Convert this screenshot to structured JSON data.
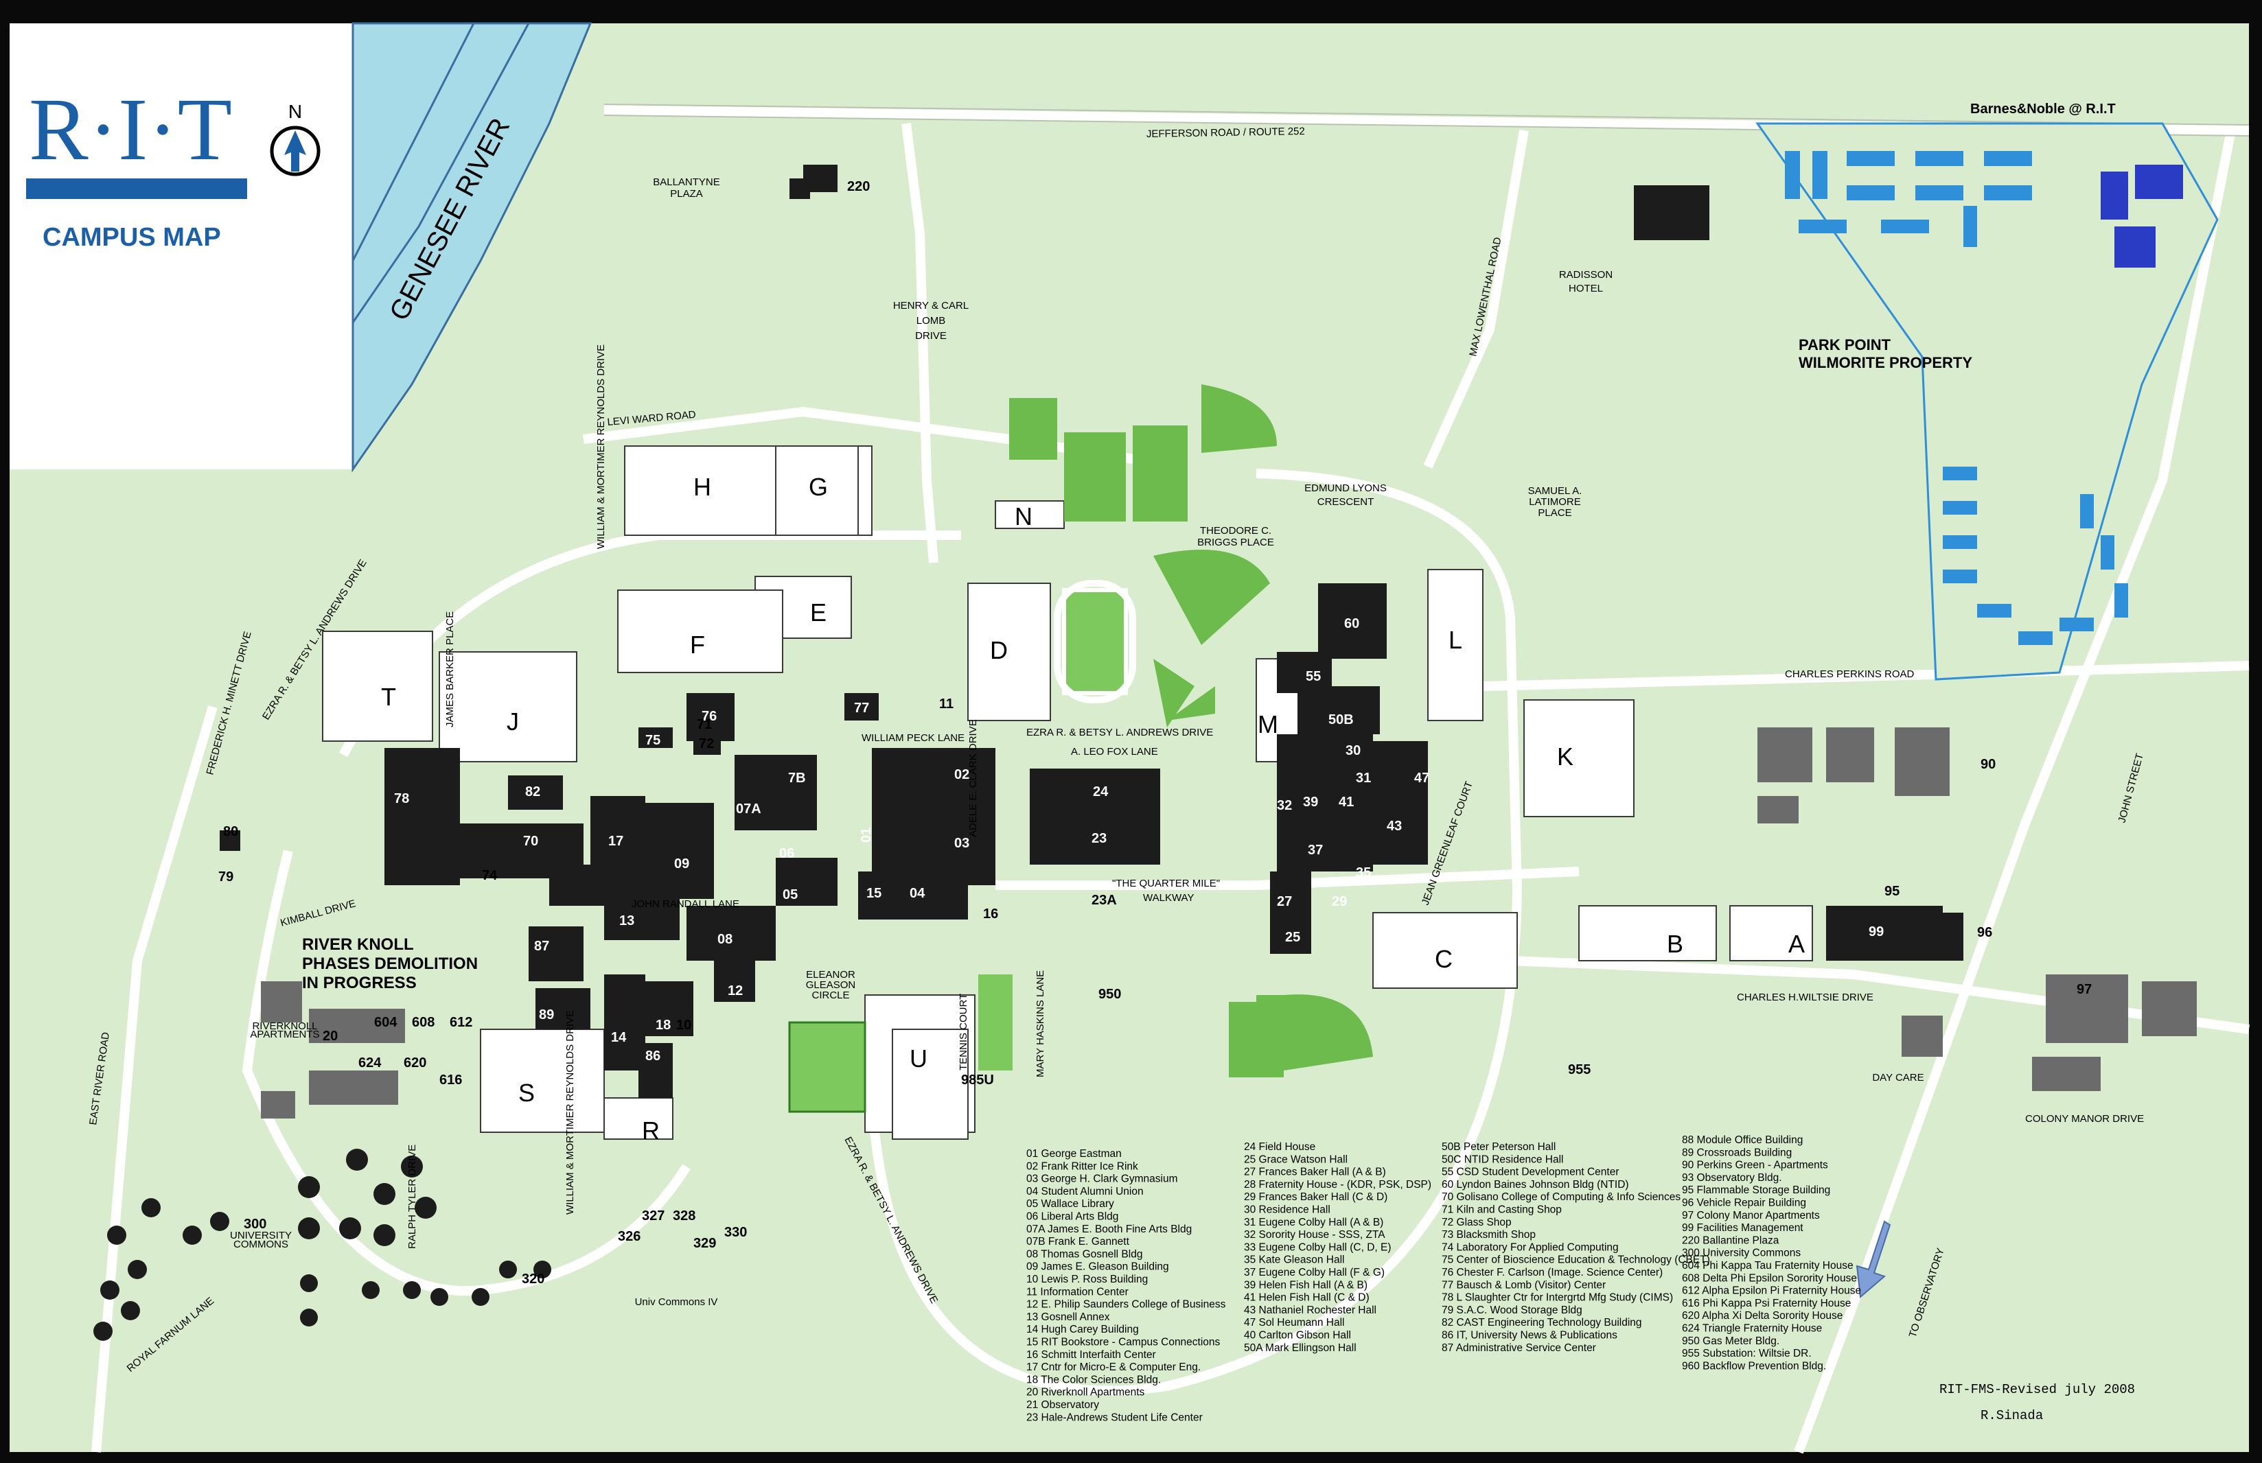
{
  "header": {
    "logo_text": "R·I·T",
    "title": "CAMPUS MAP",
    "north": "N"
  },
  "water": {
    "river": "GENESEE RIVER"
  },
  "roads": [
    {
      "id": "jefferson",
      "text": "JEFFERSON ROAD / ROUTE 252"
    },
    {
      "id": "levi",
      "text": "LEVI WARD ROAD"
    },
    {
      "id": "charles-perkins",
      "text": "CHARLES PERKINS ROAD"
    },
    {
      "id": "charles-wiltsie",
      "text": "CHARLES H.WILTSIE DRIVE"
    },
    {
      "id": "colony-manor",
      "text": "COLONY MANOR DRIVE"
    },
    {
      "id": "john-street",
      "text": "JOHN STREET"
    },
    {
      "id": "east-river",
      "text": "EAST RIVER ROAD"
    },
    {
      "id": "kimball",
      "text": "KIMBALL DRIVE"
    },
    {
      "id": "royal-farnum",
      "text": "ROYAL FARNUM LANE"
    },
    {
      "id": "to-observatory",
      "text": "TO OBSERVATORY"
    },
    {
      "id": "max-lowenthal",
      "text": "MAX LOWENTHAL ROAD"
    },
    {
      "id": "andrews-nw",
      "text": "EZRA R. & BETSY L. ANDREWS DRIVE"
    },
    {
      "id": "andrews-s",
      "text": "EZRA R. & BETSY L. ANDREWS DRIVE"
    },
    {
      "id": "andrews-c",
      "text": "EZRA R. & BETSY L. ANDREWS DRIVE"
    },
    {
      "id": "reynolds1",
      "text": "WILLIAM & MORTIMER REYNOLDS DRIVE"
    },
    {
      "id": "reynolds2",
      "text": "WILLIAM & MORTIMER REYNOLDS DRIVE"
    },
    {
      "id": "frederick",
      "text": "FREDERICK H. MINETT DRIVE"
    },
    {
      "id": "james-barker",
      "text": "JAMES BARKER PLACE"
    },
    {
      "id": "leo-fox",
      "text": "A. LEO FOX LANE"
    },
    {
      "id": "william-peck",
      "text": "WILLIAM PECK LANE"
    },
    {
      "id": "john-randall",
      "text": "JOHN RANDALL LANE"
    },
    {
      "id": "adele-clark",
      "text": "ADELE E. CLARK DRIVE"
    },
    {
      "id": "mary-haskins",
      "text": "MARY HASKINS LANE"
    },
    {
      "id": "jean-greenleaf",
      "text": "JEAN GREENLEAF COURT"
    },
    {
      "id": "ralph-tyler",
      "text": "RALPH TYLER DRIVE"
    },
    {
      "id": "quarter-mile",
      "text": "\"THE QUARTER MILE\""
    },
    {
      "id": "walkway",
      "text": "WALKWAY"
    }
  ],
  "places": [
    {
      "id": "ballantyne",
      "lines": [
        "BALLANTYNE",
        "PLAZA"
      ]
    },
    {
      "id": "henry-lomb",
      "lines": [
        "HENRY & CARL",
        "LOMB",
        "DRIVE"
      ]
    },
    {
      "id": "radisson",
      "lines": [
        "RADISSON",
        "HOTEL"
      ]
    },
    {
      "id": "park-point",
      "lines": [
        "PARK POINT",
        "WILMORITE PROPERTY"
      ]
    },
    {
      "id": "barnes",
      "lines": [
        "Barnes&Noble @ R.I.T"
      ]
    },
    {
      "id": "edmund",
      "lines": [
        "EDMUND LYONS",
        "CRESCENT"
      ]
    },
    {
      "id": "samuel",
      "lines": [
        "SAMUEL A.",
        "LATIMORE",
        "PLACE"
      ]
    },
    {
      "id": "theodore",
      "lines": [
        "THEODORE C.",
        "BRIGGS PLACE"
      ]
    },
    {
      "id": "eleanor",
      "lines": [
        "ELEANOR",
        "GLEASON",
        "CIRCLE"
      ]
    },
    {
      "id": "daycare",
      "lines": [
        "DAY CARE"
      ]
    },
    {
      "id": "univ-commons",
      "lines": [
        "UNIVERSITY",
        "COMMONS"
      ]
    },
    {
      "id": "univ-commons-iv",
      "lines": [
        "Univ Commons IV"
      ]
    },
    {
      "id": "riverknoll-apts",
      "lines": [
        "RIVERKNOLL",
        "APARTMENTS"
      ]
    },
    {
      "id": "tennis",
      "lines": [
        "TENNIS COURT"
      ]
    }
  ],
  "notice": {
    "lines": [
      "RIVER KNOLL",
      "PHASES DEMOLITION",
      "IN PROGRESS"
    ]
  },
  "lots": [
    "H",
    "G",
    "N",
    "E",
    "F",
    "D",
    "T",
    "J",
    "M",
    "L",
    "K",
    "B",
    "A",
    "C",
    "S",
    "R",
    "U"
  ],
  "buildings": [
    "01",
    "02",
    "03",
    "04",
    "05",
    "06",
    "07A",
    "7B",
    "08",
    "09",
    "10",
    "11",
    "12",
    "13",
    "14",
    "15",
    "16",
    "17",
    "18",
    "20",
    "23",
    "23A",
    "24",
    "25",
    "27",
    "29",
    "30",
    "31",
    "32",
    "35",
    "37",
    "39",
    "41",
    "43",
    "47",
    "50B",
    "55",
    "60",
    "70",
    "71",
    "72",
    "74",
    "75",
    "76",
    "77",
    "78",
    "79",
    "80",
    "82",
    "86",
    "87",
    "89",
    "90",
    "95",
    "96",
    "97",
    "99",
    "220",
    "300",
    "320",
    "326",
    "327",
    "328",
    "329",
    "330",
    "604",
    "608",
    "612",
    "616",
    "620",
    "624",
    "950",
    "955",
    "985U"
  ],
  "legend": {
    "col1": [
      "01  George  Eastman",
      "02  Frank  Ritter  Ice  Rink",
      "03  George  H.  Clark  Gymnasium",
      "04  Student Alumni  Union",
      "05  Wallace  Library",
      "06  Liberal  Arts Bldg",
      "07A  James E.  Booth  Fine Arts Bldg",
      "07B  Frank  E.  Gannett",
      "08  Thomas Gosnell Bldg",
      "09  James  E.  Gleason  Building",
      "10  Lewis P. Ross Building",
      "11  Information Center",
      "12  E. Philip Saunders College of Business",
      "13  Gosnell Annex",
      "14  Hugh  Carey  Building",
      "15  RIT Bookstore - Campus Connections",
      "16  Schmitt Interfaith  Center",
      "17  Cntr for Micro-E & Computer Eng.",
      "18  The Color Sciences Bldg.",
      "20  Riverknoll Apartments",
      "21  Observatory",
      "23  Hale-Andrews Student  Life Center"
    ],
    "col2": [
      "24  Field House",
      "25  Grace Watson Hall",
      "27  Frances Baker Hall (A & B)",
      "28  Fraternity House - (KDR, PSK, DSP)",
      "29  Frances Baker Hall (C & D)",
      "30  Residence Hall",
      "31  Eugene Colby Hall (A & B)",
      "32  Sorority House - SSS, ZTA",
      "33  Eugene Colby Hall (C, D, E)",
      "35  Kate Gleason Hall",
      "37  Eugene Colby Hall (F & G)",
      "39  Helen Fish Hall (A & B)",
      "41  Helen Fish Hall (C & D)",
      "43  Nathaniel Rochester Hall",
      "47  Sol Heumann Hall",
      "40  Carlton Gibson Hall",
      "50A  Mark Ellingson Hall"
    ],
    "col3": [
      "50B  Peter Peterson Hall",
      "50C  NTID Residence Hall",
      "55  CSD Student Development Center",
      "60  Lyndon Baines Johnson Bldg (NTID)",
      "70  Golisano College of Computing & Info Sciences",
      "71  Kiln and Casting Shop",
      "72  Glass Shop",
      "73  Blacksmith Shop",
      "74  Laboratory For Applied Computing",
      "75  Center of Bioscience Education & Technology (CBET)",
      "76  Chester F. Carlson (Image. Science Center)",
      "77  Bausch & Lomb (Visitor) Center",
      "78  L Slaughter Ctr for Intergrtd Mfg Study (CIMS)",
      "79  S.A.C. Wood Storage Bldg",
      "82  CAST Engineering Technology Building",
      "86  IT, University News & Publications",
      "87  Administrative Service Center"
    ],
    "col4": [
      "88  Module Office Building",
      "89  Crossroads Building",
      "90  Perkins Green - Apartments",
      "93  Observatory Bldg.",
      "95  Flammable Storage Building",
      "96  Vehicle Repair Building",
      "97  Colony Manor Apartments",
      "99  Facilities Management",
      "220  Ballantine Plaza",
      "300  University Commons",
      "604  Phi Kappa Tau Fraternity House",
      "608  Delta Phi Epsilon Sorority House",
      "612  Alpha Epsilon Pi Fraternity House",
      "616  Phi Kappa Psi Fraternity House",
      "620  Alpha Xi Delta Sorority House",
      "624  Triangle Fraternity House",
      "950  Gas Meter Bldg.",
      "955  Substation: Wiltsie DR.",
      "960  Backflow Prevention Bldg."
    ]
  },
  "credits": {
    "revised": "RIT-FMS-Revised  july 2008",
    "author": "R.Sinada"
  },
  "colors": {
    "frame": "#0a0a0a",
    "grass": "#d9eccd",
    "field": "#6cbb4c",
    "water": "#a8dbe8",
    "building": "#1c1c1c",
    "brand": "#1b5fa6",
    "offsite": "#2f8fd8",
    "bookstore": "#2b3cc4"
  }
}
